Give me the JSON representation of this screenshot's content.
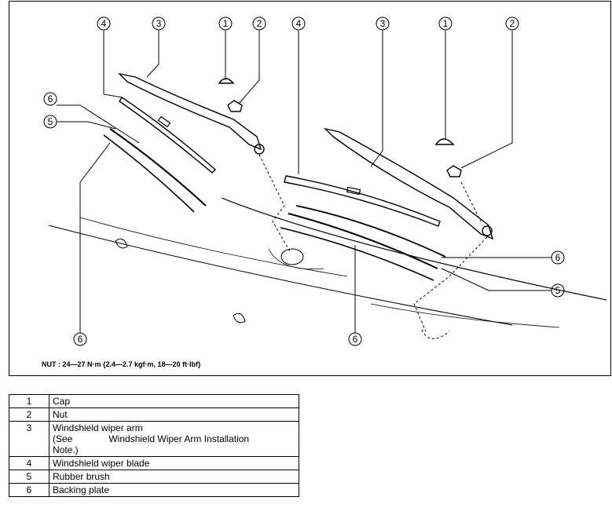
{
  "figure": {
    "callouts": {
      "c1": "1",
      "c2": "2",
      "c3": "3",
      "c4": "4",
      "c5": "5",
      "c6": "6"
    },
    "torque_note": "NUT : 24—27 N·m {2.4—2.7 kgf·m, 18—20 ft·lbf}"
  },
  "legend": [
    {
      "num": "1",
      "desc": "Cap"
    },
    {
      "num": "2",
      "desc": "Nut"
    },
    {
      "num": "3",
      "desc_line1": "Windshield wiper arm",
      "desc_see": "(See",
      "desc_ref": "Windshield Wiper Arm Installation",
      "desc_line3": "Note.)"
    },
    {
      "num": "4",
      "desc": "Windshield wiper blade"
    },
    {
      "num": "5",
      "desc": "Rubber brush"
    },
    {
      "num": "6",
      "desc": "Backing plate"
    }
  ]
}
